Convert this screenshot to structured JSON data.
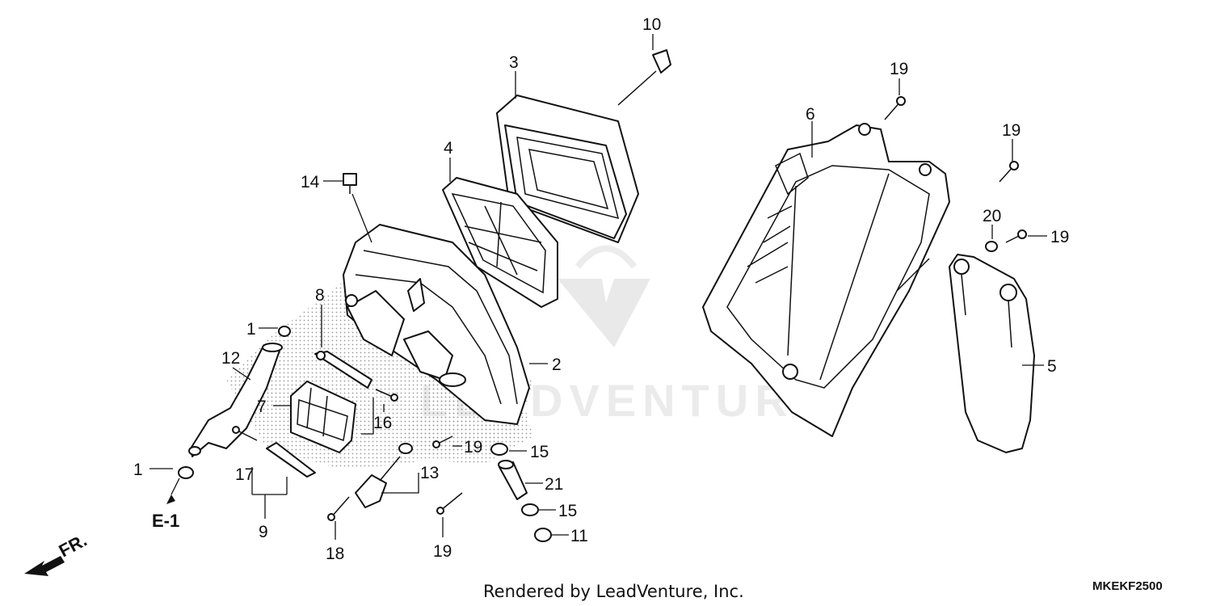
{
  "callouts": {
    "c1a": "1",
    "c1b": "1",
    "c2": "2",
    "c3": "3",
    "c4": "4",
    "c5": "5",
    "c6": "6",
    "c7": "7",
    "c8": "8",
    "c9": "9",
    "c10": "10",
    "c11": "11",
    "c12": "12",
    "c13": "13",
    "c14": "14",
    "c15a": "15",
    "c15b": "15",
    "c16": "16",
    "c17": "17",
    "c18": "18",
    "c19a": "19",
    "c19b": "19",
    "c19c": "19",
    "c19d": "19",
    "c19e": "19",
    "c20": "20",
    "c21": "21"
  },
  "reference": "E-1",
  "front_marker": "FR.",
  "footer": "Rendered by LeadVenture, Inc.",
  "diagram_code": "MKEKF2500",
  "watermark": "LEADVENTURE",
  "colors": {
    "ink": "#111111",
    "background": "#ffffff",
    "watermark": "#e9e9e9"
  }
}
